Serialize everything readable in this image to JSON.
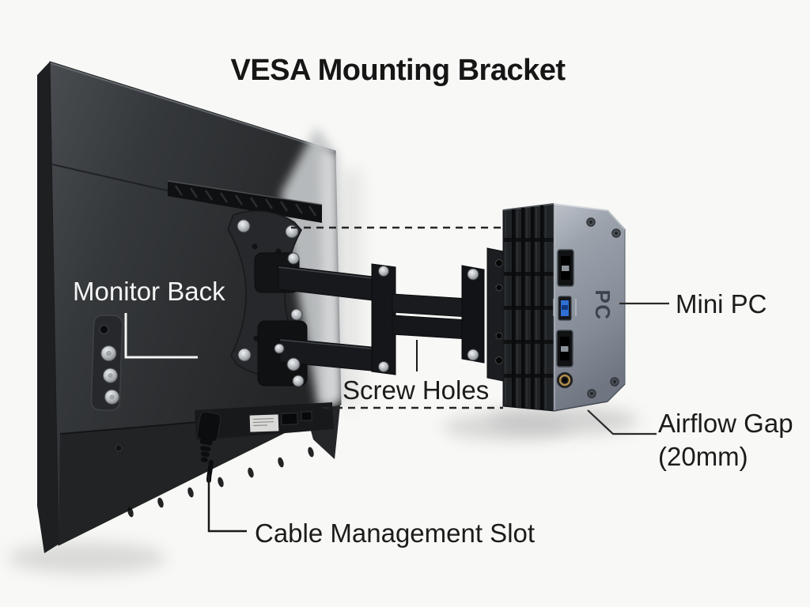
{
  "title": "VESA Mounting Bracket",
  "labels": {
    "monitor_back": "Monitor Back",
    "screw_holes": "Screw Holes",
    "mini_pc": "Mini PC",
    "airflow_gap_line1": "Airflow Gap",
    "airflow_gap_line2": "(20mm)",
    "cable_management_slot": "Cable Management Slot"
  },
  "device_markings": {
    "mini_pc_side_label": "PC"
  },
  "figure": {
    "type": "labeled-diagram",
    "subject": "Articulating VESA mounting bracket attaching a mini PC to the back of a monitor",
    "callouts": [
      {
        "label": "Monitor Back",
        "points_to": "rear shell of the monitor",
        "leader": "white L-shaped line"
      },
      {
        "label": "Screw Holes",
        "points_to": "mounting screw holes on the bracket",
        "leader": "solid pointer plus two horizontal dashed lines"
      },
      {
        "label": "Mini PC",
        "points_to": "mini PC unit mounted on the bracket",
        "leader": "horizontal line"
      },
      {
        "label": "Airflow Gap (20mm)",
        "points_to": "clearance beneath the mini PC",
        "leader": "angled line"
      },
      {
        "label": "Cable Management Slot",
        "points_to": "power cable routed through bottom slot",
        "leader": "L-shaped line from cable"
      }
    ],
    "parts": [
      "vesa-plate",
      "articulating-arm",
      "mini-pc-bracket",
      "heatsink-fins",
      "usb-a-port-top",
      "usb-3.0-port",
      "usb-a-port-bottom",
      "audio-jack",
      "power-cable",
      "vent-grille",
      "info-sticker"
    ]
  },
  "colors": {
    "background": "#f8f8f6",
    "monitor_body_dark": "#2e3134",
    "monitor_highlight": "#c6c9cb",
    "bracket_black": "#17191c",
    "mini_pc_face": "#99a0a9",
    "usb3_blue": "#2f6fd6",
    "audio_jack_gold": "#b08d4a",
    "label_dark": "#1c1c1c",
    "label_light": "#f4f4f4"
  }
}
